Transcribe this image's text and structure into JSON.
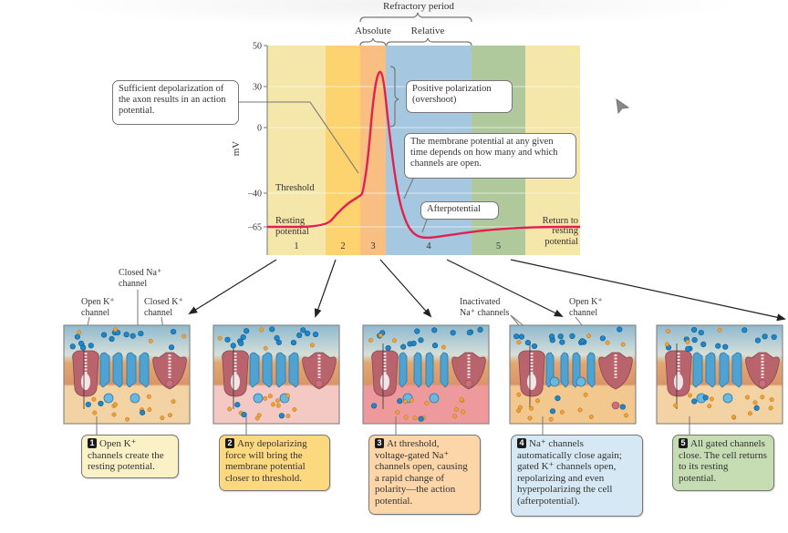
{
  "header": {
    "refractory_period": "Refractory period",
    "absolute": "Absolute",
    "relative": "Relative"
  },
  "chart_data": {
    "type": "line",
    "title": "",
    "ylabel": "mV",
    "xlabel": "",
    "ylim": [
      -80,
      50
    ],
    "yticks": [
      50,
      30,
      0,
      -40,
      -65
    ],
    "phases": [
      {
        "id": "1",
        "color": "#f5e6aa"
      },
      {
        "id": "2",
        "color": "#fcd36e"
      },
      {
        "id": "3",
        "color": "#f9bf82"
      },
      {
        "id": "4",
        "color": "#a5c8e0"
      },
      {
        "id": "5",
        "color": "#b0c99c"
      },
      {
        "id": "",
        "color": "#f5e6aa"
      }
    ],
    "series": [
      {
        "name": "membrane potential",
        "color": "#e0204f",
        "points": [
          [
            0,
            -65
          ],
          [
            1.0,
            -65
          ],
          [
            1.2,
            -55
          ],
          [
            1.4,
            -47
          ],
          [
            1.6,
            -42
          ],
          [
            1.65,
            -40
          ],
          [
            1.75,
            -20
          ],
          [
            1.85,
            20
          ],
          [
            1.95,
            38
          ],
          [
            2.05,
            36
          ],
          [
            2.15,
            0
          ],
          [
            2.3,
            -40
          ],
          [
            2.45,
            -62
          ],
          [
            2.6,
            -70
          ],
          [
            2.8,
            -72
          ],
          [
            3.2,
            -70
          ],
          [
            3.8,
            -67
          ],
          [
            4.4,
            -65.5
          ],
          [
            5.0,
            -65
          ],
          [
            6,
            -65
          ]
        ]
      }
    ],
    "annotations": {
      "threshold": "Threshold",
      "resting_potential": "Resting\npotential",
      "return_to_resting": "Return to\nresting\npotential"
    }
  },
  "callouts": {
    "depolarization": "Sufficient depolarization of the axon results in an action potential.",
    "overshoot_line1": "Positive polarization",
    "overshoot_line2": "(overshoot)",
    "membrane": "The membrane potential at any given time depends on how many and which channels are open.",
    "afterpotential": "Afterpotential"
  },
  "labels": {
    "closed_na": "Closed Na⁺\nchannel",
    "open_k": "Open K⁺\nchannel",
    "closed_k": "Closed K⁺\nchannel",
    "inactivated_na": "Inactivated\nNa⁺ channels",
    "open_k_2": "Open K⁺\nchannel"
  },
  "steps": [
    {
      "num": "1",
      "text": "Open K⁺ channels create the resting potential.",
      "color": "#fbf1c7"
    },
    {
      "num": "2",
      "text": "Any depolarizing force will bring the membrane potential closer to threshold.",
      "color": "#fcd87e"
    },
    {
      "num": "3",
      "text": "At threshold, voltage-gated Na⁺ channels open, causing a rapid change of polarity—the action potential.",
      "color": "#fcd5a8"
    },
    {
      "num": "4",
      "text": "Na⁺ channels automatically close again; gated K⁺ channels open, repolarizing and even hyperpolarizing the cell (afterpotential).",
      "color": "#d6e8f3"
    },
    {
      "num": "5",
      "text": "All gated channels close. The cell returns to its resting potential.",
      "color": "#c6dcb3"
    }
  ],
  "panels": [
    {
      "bottom_color": "#f3d3a4"
    },
    {
      "bottom_color": "#f4c9c4"
    },
    {
      "bottom_color": "#ee9a9c"
    },
    {
      "bottom_color": "#f3c88f"
    },
    {
      "bottom_color": "#f3d3a4"
    }
  ]
}
